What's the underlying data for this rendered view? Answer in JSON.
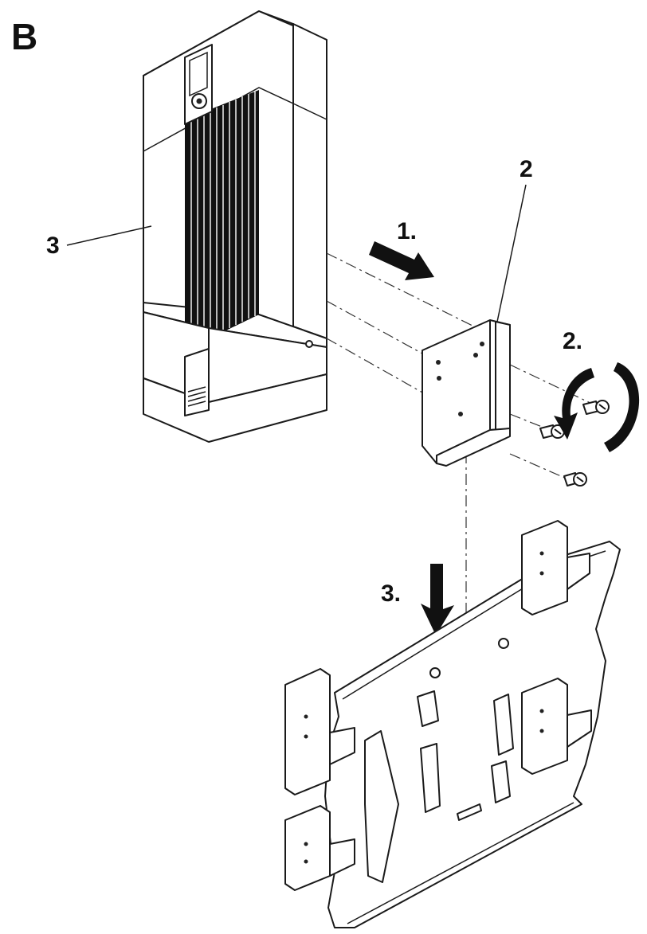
{
  "figure": {
    "panel_label": "B",
    "callouts": {
      "device": "3",
      "bracket": "2"
    },
    "steps": {
      "step1": "1.",
      "step2": "2.",
      "step3": "3."
    }
  },
  "colors": {
    "line": "#1a1a1a",
    "fins": "#111111",
    "background": "#ffffff"
  },
  "icons": {
    "step1_arrow": "arrow-right-down-icon",
    "step2_arrow": "rotate-arrow-icon",
    "step3_arrow": "arrow-down-icon"
  }
}
